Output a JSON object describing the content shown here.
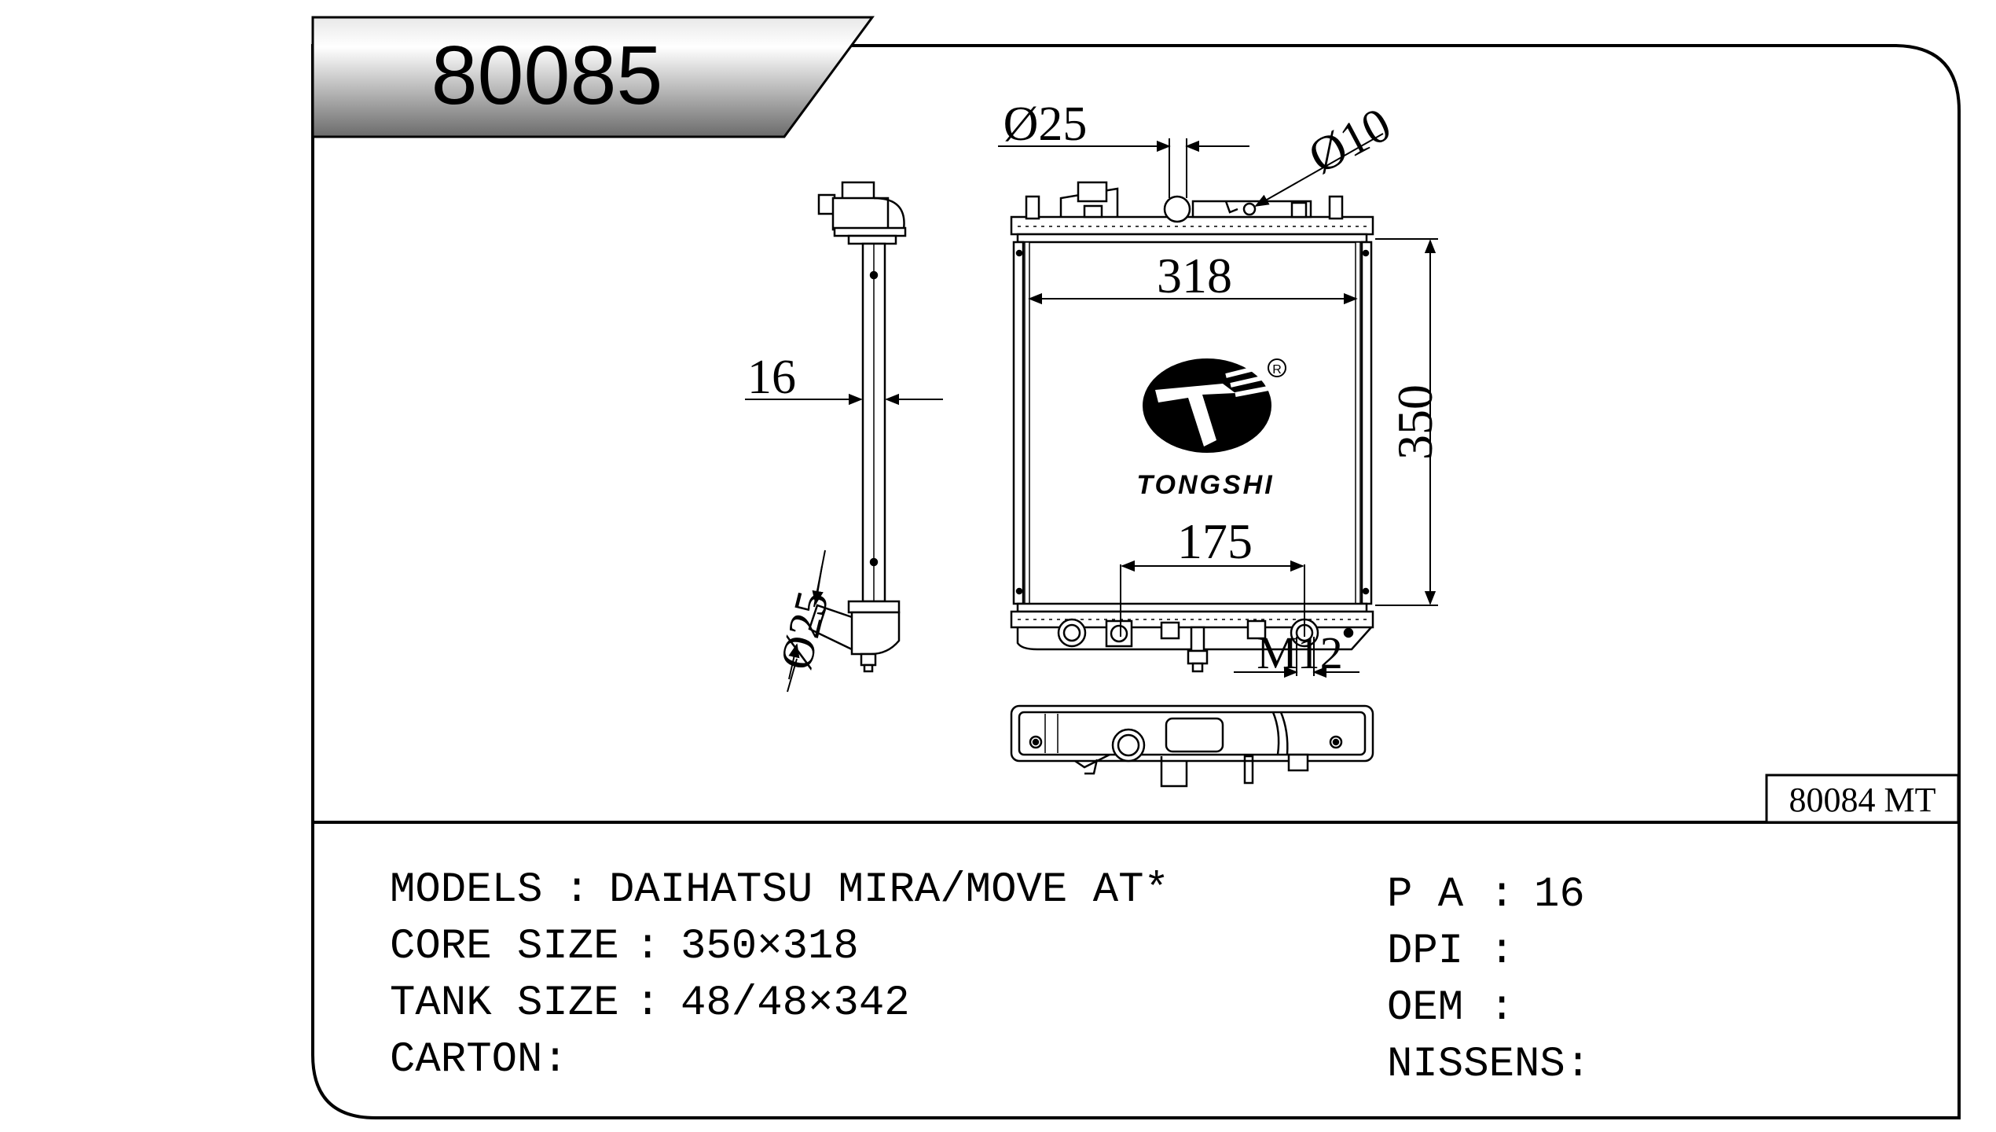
{
  "header": {
    "part_number": "80085"
  },
  "reference": {
    "label": "80084 MT"
  },
  "dimensions": {
    "top_inlet_diameter": "Ø25",
    "cap_diameter": "Ø10",
    "core_width": "318",
    "core_height": "350",
    "outlet_spacing": "175",
    "outlet_thread": "M12",
    "core_thickness": "16",
    "side_outlet_diameter": "Ø25"
  },
  "logo": {
    "brand": "TONGSHI",
    "registered": "R"
  },
  "specs_left": [
    {
      "key": "MODELS",
      "sep": ":",
      "value": "DAIHATSU MIRA/MOVE AT*"
    },
    {
      "key": "CORE SIZE",
      "sep": ":",
      "value": "350×318"
    },
    {
      "key": "TANK SIZE",
      "sep": ":",
      "value": "48/48×342"
    },
    {
      "key": "CARTON:",
      "sep": "",
      "value": ""
    }
  ],
  "specs_right": [
    {
      "key": "P A",
      "sep": ":",
      "value": "16"
    },
    {
      "key": "DPI",
      "sep": ":",
      "value": ""
    },
    {
      "key": "OEM",
      "sep": ":",
      "value": ""
    },
    {
      "key": "NISSENS:",
      "sep": "",
      "value": ""
    }
  ]
}
